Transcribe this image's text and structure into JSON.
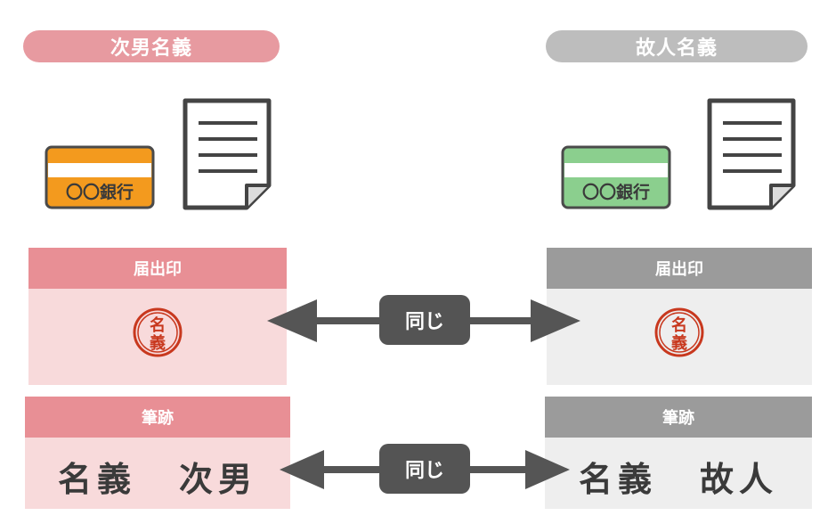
{
  "left": {
    "title": "次男名義",
    "bank_card_label": "〇〇銀行",
    "seal_header": "届出印",
    "seal_text": [
      "名",
      "義"
    ],
    "signature_header": "筆跡",
    "signature_name": "名義",
    "signature_person": "次男"
  },
  "right": {
    "title": "故人名義",
    "bank_card_label": "〇〇銀行",
    "seal_header": "届出印",
    "seal_text": [
      "名",
      "義"
    ],
    "signature_header": "筆跡",
    "signature_name": "名義",
    "signature_person": "故人"
  },
  "comparison": {
    "seal_label": "同じ",
    "signature_label": "同じ"
  },
  "colors": {
    "left_accent": "#e88f95",
    "right_accent": "#9b9b9b",
    "orange_card": "#f39a1e",
    "green_card": "#8bcf8e",
    "seal_red": "#c8381e",
    "badge": "#545454"
  }
}
